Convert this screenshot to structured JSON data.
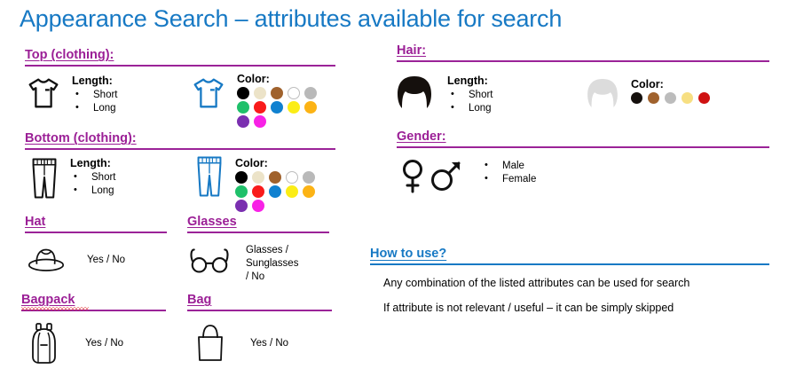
{
  "title": "Appearance Search – attributes available for search",
  "colors": {
    "title_blue": "#1779c4",
    "heading_purple": "#9b2398",
    "icon_blue": "#1779c4",
    "icon_black": "#1a1a1a"
  },
  "palettes": {
    "clothing": [
      {
        "name": "black",
        "hex": "#000000"
      },
      {
        "name": "beige",
        "hex": "#ece3c8"
      },
      {
        "name": "brown",
        "hex": "#a0622d"
      },
      {
        "name": "white",
        "hex": "#ffffff"
      },
      {
        "name": "gray",
        "hex": "#b9b9b9"
      },
      {
        "name": "green",
        "hex": "#1fc06a"
      },
      {
        "name": "red",
        "hex": "#f91b1b"
      },
      {
        "name": "blue",
        "hex": "#1081d0"
      },
      {
        "name": "yellow",
        "hex": "#fbed16"
      },
      {
        "name": "orange",
        "hex": "#fcb315"
      },
      {
        "name": "purple",
        "hex": "#7a2fb0"
      },
      {
        "name": "magenta",
        "hex": "#f822e6"
      }
    ],
    "hair": [
      {
        "name": "black",
        "hex": "#15100d"
      },
      {
        "name": "brown",
        "hex": "#a0622d"
      },
      {
        "name": "gray",
        "hex": "#bcbcbc"
      },
      {
        "name": "blonde",
        "hex": "#f7df82"
      },
      {
        "name": "red",
        "hex": "#cf1212"
      }
    ]
  },
  "sections": {
    "top": {
      "heading": "Top (clothing):",
      "length_label": "Length:",
      "length_options": [
        "Short",
        "Long"
      ],
      "color_label": "Color:"
    },
    "bottom": {
      "heading": "Bottom (clothing):",
      "length_label": "Length:",
      "length_options": [
        "Short",
        "Long"
      ],
      "color_label": "Color:"
    },
    "hair": {
      "heading": "Hair:",
      "length_label": "Length:",
      "length_options": [
        "Short",
        "Long"
      ],
      "color_label": "Color:"
    },
    "gender": {
      "heading": "Gender:",
      "options": [
        "Male",
        "Female"
      ]
    },
    "hat": {
      "heading": "Hat",
      "value": "Yes / No"
    },
    "glasses": {
      "heading": "Glasses",
      "value_lines": [
        "Glasses /",
        "Sunglasses",
        "/ No"
      ]
    },
    "bagpack": {
      "heading": "Bagpack",
      "value": "Yes / No",
      "misspelled": true
    },
    "bag": {
      "heading": "Bag",
      "value": "Yes / No"
    }
  },
  "howto": {
    "heading": "How to use?",
    "lines": [
      "Any combination of the listed attributes can be used for search",
      "If attribute is not relevant / useful – it can be simply skipped"
    ]
  }
}
